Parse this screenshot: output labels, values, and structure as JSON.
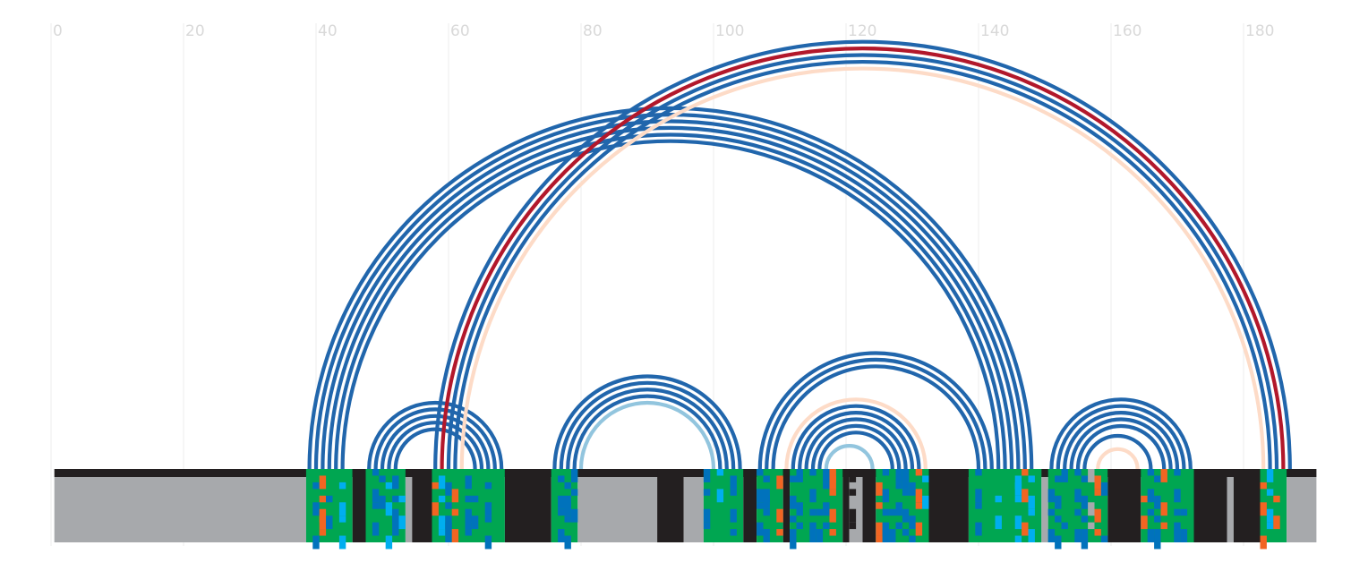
{
  "chart_data": {
    "type": "arc",
    "xlim": [
      0,
      191
    ],
    "grid": true,
    "x_ticks": [
      {
        "value": 0,
        "label": "0"
      },
      {
        "value": 20,
        "label": "20"
      },
      {
        "value": 40,
        "label": "40"
      },
      {
        "value": 60,
        "label": "60"
      },
      {
        "value": 80,
        "label": "80"
      },
      {
        "value": 100,
        "label": "100"
      },
      {
        "value": 120,
        "label": "120"
      },
      {
        "value": 140,
        "label": "140"
      },
      {
        "value": 160,
        "label": "160"
      },
      {
        "value": 180,
        "label": "180"
      }
    ],
    "colors": {
      "dark_blue": "#2166ac",
      "light_blue": "#92c5de",
      "red": "#b2182b",
      "peach": "#fddbc7",
      "green": "#00a651",
      "black": "#231f20",
      "gray": "#a7a9ac",
      "orange": "#f26522",
      "blue": "#0072bc",
      "cyan": "#00aeef"
    },
    "arcs": [
      {
        "start": 39.0,
        "end": 148.0,
        "color": "dark_blue"
      },
      {
        "start": 40.0,
        "end": 147.0,
        "color": "dark_blue"
      },
      {
        "start": 41.0,
        "end": 146.0,
        "color": "dark_blue"
      },
      {
        "start": 42.0,
        "end": 145.0,
        "color": "dark_blue"
      },
      {
        "start": 43.0,
        "end": 144.0,
        "color": "dark_blue"
      },
      {
        "start": 44.0,
        "end": 143.0,
        "color": "dark_blue"
      },
      {
        "start": 48.0,
        "end": 68.0,
        "color": "dark_blue"
      },
      {
        "start": 49.0,
        "end": 67.0,
        "color": "dark_blue"
      },
      {
        "start": 50.0,
        "end": 66.0,
        "color": "dark_blue"
      },
      {
        "start": 51.0,
        "end": 65.0,
        "color": "dark_blue"
      },
      {
        "start": 52.0,
        "end": 64.0,
        "color": "dark_blue"
      },
      {
        "start": 58.0,
        "end": 187.0,
        "color": "dark_blue"
      },
      {
        "start": 59.0,
        "end": 186.0,
        "color": "red"
      },
      {
        "start": 60.0,
        "end": 185.0,
        "color": "dark_blue"
      },
      {
        "start": 61.0,
        "end": 184.0,
        "color": "dark_blue"
      },
      {
        "start": 62.0,
        "end": 183.0,
        "color": "peach"
      },
      {
        "start": 76.0,
        "end": 104.0,
        "color": "dark_blue"
      },
      {
        "start": 77.0,
        "end": 103.0,
        "color": "dark_blue"
      },
      {
        "start": 78.0,
        "end": 102.0,
        "color": "dark_blue"
      },
      {
        "start": 79.0,
        "end": 101.0,
        "color": "dark_blue"
      },
      {
        "start": 80.0,
        "end": 100.0,
        "color": "light_blue"
      },
      {
        "start": 107.0,
        "end": 142.0,
        "color": "dark_blue"
      },
      {
        "start": 108.0,
        "end": 141.0,
        "color": "dark_blue"
      },
      {
        "start": 109.0,
        "end": 140.0,
        "color": "dark_blue"
      },
      {
        "start": 111.0,
        "end": 132.0,
        "color": "peach"
      },
      {
        "start": 112.0,
        "end": 131.0,
        "color": "dark_blue"
      },
      {
        "start": 113.0,
        "end": 130.0,
        "color": "dark_blue"
      },
      {
        "start": 114.0,
        "end": 129.0,
        "color": "dark_blue"
      },
      {
        "start": 115.0,
        "end": 128.0,
        "color": "dark_blue"
      },
      {
        "start": 116.0,
        "end": 127.0,
        "color": "dark_blue"
      },
      {
        "start": 117.0,
        "end": 124.0,
        "color": "light_blue"
      },
      {
        "start": 151.0,
        "end": 172.0,
        "color": "dark_blue"
      },
      {
        "start": 152.0,
        "end": 171.0,
        "color": "dark_blue"
      },
      {
        "start": 153.0,
        "end": 170.0,
        "color": "dark_blue"
      },
      {
        "start": 154.0,
        "end": 169.0,
        "color": "dark_blue"
      },
      {
        "start": 155.0,
        "end": 168.0,
        "color": "dark_blue"
      },
      {
        "start": 156.0,
        "end": 166.0,
        "color": "dark_blue"
      },
      {
        "start": 158.0,
        "end": 164.0,
        "color": "peach"
      }
    ],
    "track_segments": [
      {
        "start": 0.5,
        "end": 38.5,
        "color": "gray"
      },
      {
        "start": 38.5,
        "end": 45.5,
        "color": "green"
      },
      {
        "start": 45.5,
        "end": 47.5,
        "color": "black"
      },
      {
        "start": 47.5,
        "end": 53.5,
        "color": "green"
      },
      {
        "start": 53.5,
        "end": 54.5,
        "color": "gray"
      },
      {
        "start": 54.5,
        "end": 57.5,
        "color": "black"
      },
      {
        "start": 57.5,
        "end": 68.5,
        "color": "green"
      },
      {
        "start": 68.5,
        "end": 75.5,
        "color": "black"
      },
      {
        "start": 75.5,
        "end": 79.5,
        "color": "green"
      },
      {
        "start": 79.5,
        "end": 91.5,
        "color": "gray"
      },
      {
        "start": 91.5,
        "end": 95.5,
        "color": "black"
      },
      {
        "start": 95.5,
        "end": 98.5,
        "color": "gray"
      },
      {
        "start": 98.5,
        "end": 104.5,
        "color": "green"
      },
      {
        "start": 104.5,
        "end": 106.5,
        "color": "black"
      },
      {
        "start": 106.5,
        "end": 110.5,
        "color": "green"
      },
      {
        "start": 110.5,
        "end": 111.5,
        "color": "black"
      },
      {
        "start": 111.5,
        "end": 119.5,
        "color": "green"
      },
      {
        "start": 119.5,
        "end": 120.5,
        "color": "black"
      },
      {
        "start": 120.5,
        "end": 122.5,
        "color": "gray"
      },
      {
        "start": 122.5,
        "end": 124.5,
        "color": "black"
      },
      {
        "start": 124.5,
        "end": 132.5,
        "color": "green"
      },
      {
        "start": 132.5,
        "end": 138.5,
        "color": "black"
      },
      {
        "start": 138.5,
        "end": 149.5,
        "color": "green"
      },
      {
        "start": 149.5,
        "end": 150.5,
        "color": "gray"
      },
      {
        "start": 150.5,
        "end": 159.5,
        "color": "green"
      },
      {
        "start": 159.5,
        "end": 164.5,
        "color": "black"
      },
      {
        "start": 164.5,
        "end": 172.5,
        "color": "green"
      },
      {
        "start": 172.5,
        "end": 177.5,
        "color": "black"
      },
      {
        "start": 177.5,
        "end": 178.5,
        "color": "gray"
      },
      {
        "start": 178.5,
        "end": 182.5,
        "color": "black"
      },
      {
        "start": 182.5,
        "end": 186.5,
        "color": "green"
      },
      {
        "start": 186.5,
        "end": 191.0,
        "color": "gray"
      }
    ],
    "track_spots": [
      {
        "pos": 40,
        "color": "blue"
      },
      {
        "pos": 41,
        "color": "orange"
      },
      {
        "pos": 42,
        "color": "blue"
      },
      {
        "pos": 44,
        "color": "cyan"
      },
      {
        "pos": 49,
        "color": "blue"
      },
      {
        "pos": 50,
        "color": "blue"
      },
      {
        "pos": 51,
        "color": "cyan"
      },
      {
        "pos": 52,
        "color": "blue"
      },
      {
        "pos": 53,
        "color": "cyan"
      },
      {
        "pos": 58,
        "color": "orange"
      },
      {
        "pos": 59,
        "color": "cyan"
      },
      {
        "pos": 60,
        "color": "blue"
      },
      {
        "pos": 61,
        "color": "orange"
      },
      {
        "pos": 63,
        "color": "blue"
      },
      {
        "pos": 64,
        "color": "blue"
      },
      {
        "pos": 66,
        "color": "blue"
      },
      {
        "pos": 77,
        "color": "blue"
      },
      {
        "pos": 78,
        "color": "blue"
      },
      {
        "pos": 79,
        "color": "blue"
      },
      {
        "pos": 99,
        "color": "blue"
      },
      {
        "pos": 101,
        "color": "cyan"
      },
      {
        "pos": 103,
        "color": "blue"
      },
      {
        "pos": 107,
        "color": "blue"
      },
      {
        "pos": 108,
        "color": "blue"
      },
      {
        "pos": 110,
        "color": "orange"
      },
      {
        "pos": 112,
        "color": "blue"
      },
      {
        "pos": 113,
        "color": "blue"
      },
      {
        "pos": 115,
        "color": "blue"
      },
      {
        "pos": 116,
        "color": "blue"
      },
      {
        "pos": 117,
        "color": "blue"
      },
      {
        "pos": 118,
        "color": "orange"
      },
      {
        "pos": 121,
        "color": "black"
      },
      {
        "pos": 125,
        "color": "orange"
      },
      {
        "pos": 126,
        "color": "blue"
      },
      {
        "pos": 127,
        "color": "blue"
      },
      {
        "pos": 128,
        "color": "blue"
      },
      {
        "pos": 129,
        "color": "blue"
      },
      {
        "pos": 130,
        "color": "blue"
      },
      {
        "pos": 131,
        "color": "orange"
      },
      {
        "pos": 132,
        "color": "cyan"
      },
      {
        "pos": 140,
        "color": "blue"
      },
      {
        "pos": 143,
        "color": "cyan"
      },
      {
        "pos": 146,
        "color": "cyan"
      },
      {
        "pos": 147,
        "color": "orange"
      },
      {
        "pos": 148,
        "color": "cyan"
      },
      {
        "pos": 151,
        "color": "blue"
      },
      {
        "pos": 152,
        "color": "blue"
      },
      {
        "pos": 153,
        "color": "blue"
      },
      {
        "pos": 155,
        "color": "blue"
      },
      {
        "pos": 156,
        "color": "blue"
      },
      {
        "pos": 157,
        "color": "gray"
      },
      {
        "pos": 158,
        "color": "orange"
      },
      {
        "pos": 159,
        "color": "blue"
      },
      {
        "pos": 165,
        "color": "orange"
      },
      {
        "pos": 166,
        "color": "blue"
      },
      {
        "pos": 167,
        "color": "blue"
      },
      {
        "pos": 168,
        "color": "orange"
      },
      {
        "pos": 170,
        "color": "blue"
      },
      {
        "pos": 171,
        "color": "blue"
      },
      {
        "pos": 183,
        "color": "orange"
      },
      {
        "pos": 184,
        "color": "cyan"
      },
      {
        "pos": 185,
        "color": "orange"
      }
    ]
  }
}
